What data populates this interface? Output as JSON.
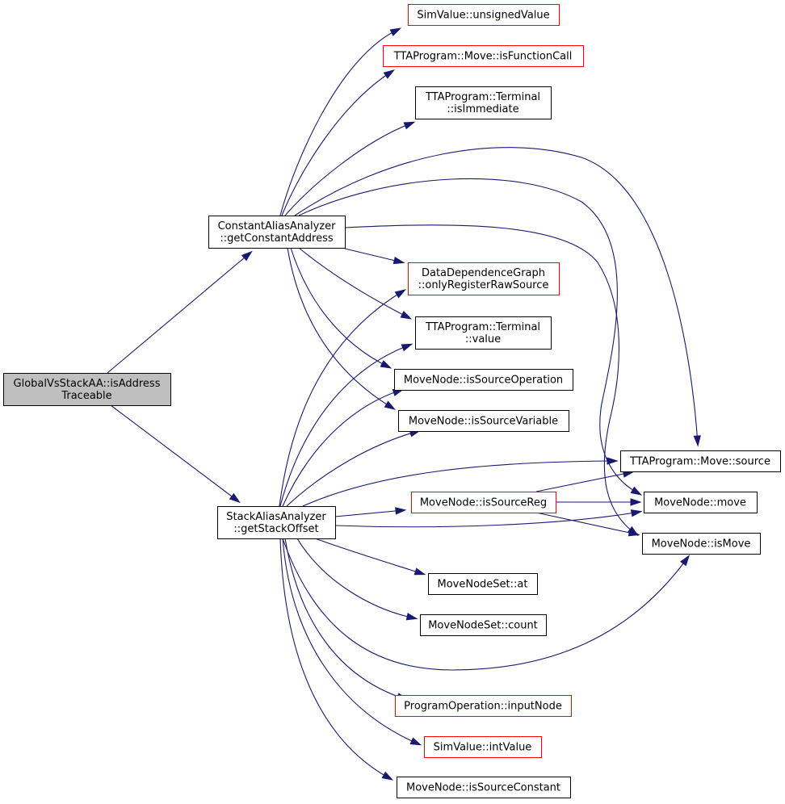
{
  "colors": {
    "edge": "#191970",
    "focus_fill": "#bfbfbf",
    "node_border_default": "#000000",
    "node_border_truncated": "#ff0000",
    "node_fill": "#ffffff"
  },
  "nodes": {
    "root": {
      "lines": [
        "GlobalVsStackAA::isAddress",
        "Traceable"
      ],
      "focus": true
    },
    "constant_alias": {
      "lines": [
        "ConstantAliasAnalyzer",
        "::getConstantAddress"
      ]
    },
    "stack_alias": {
      "lines": [
        "StackAliasAnalyzer",
        "::getStackOffset"
      ]
    },
    "sim_unsigned": {
      "lines": [
        "SimValue::unsignedValue"
      ],
      "red": true
    },
    "is_function_call": {
      "lines": [
        "TTAProgram::Move::isFunctionCall"
      ],
      "red": true
    },
    "terminal_is_immediate": {
      "lines": [
        "TTAProgram::Terminal",
        "::isImmediate"
      ]
    },
    "ddg_only_register": {
      "lines": [
        "DataDependenceGraph",
        "::onlyRegisterRawSource"
      ],
      "red": true
    },
    "terminal_value": {
      "lines": [
        "TTAProgram::Terminal",
        "::value"
      ]
    },
    "is_source_operation": {
      "lines": [
        "MoveNode::isSourceOperation"
      ]
    },
    "is_source_variable": {
      "lines": [
        "MoveNode::isSourceVariable"
      ]
    },
    "move_source": {
      "lines": [
        "TTAProgram::Move::source"
      ]
    },
    "is_source_reg": {
      "lines": [
        "MoveNode::isSourceReg"
      ],
      "red": true
    },
    "movenode_move": {
      "lines": [
        "MoveNode::move"
      ]
    },
    "movenode_is_move": {
      "lines": [
        "MoveNode::isMove"
      ]
    },
    "movenodeset_at": {
      "lines": [
        "MoveNodeSet::at"
      ]
    },
    "movenodeset_count": {
      "lines": [
        "MoveNodeSet::count"
      ]
    },
    "program_operation_input": {
      "lines": [
        "ProgramOperation::inputNode"
      ],
      "red": true
    },
    "sim_int_value": {
      "lines": [
        "SimValue::intValue"
      ],
      "red": true
    },
    "is_source_constant": {
      "lines": [
        "MoveNode::isSourceConstant"
      ]
    }
  },
  "edges": [
    [
      "root",
      "constant_alias"
    ],
    [
      "root",
      "stack_alias"
    ],
    [
      "constant_alias",
      "sim_unsigned"
    ],
    [
      "constant_alias",
      "is_function_call"
    ],
    [
      "constant_alias",
      "terminal_is_immediate"
    ],
    [
      "constant_alias",
      "move_source"
    ],
    [
      "constant_alias",
      "movenode_move"
    ],
    [
      "constant_alias",
      "movenode_is_move"
    ],
    [
      "constant_alias",
      "ddg_only_register"
    ],
    [
      "constant_alias",
      "terminal_value"
    ],
    [
      "constant_alias",
      "is_source_operation"
    ],
    [
      "constant_alias",
      "is_source_variable"
    ],
    [
      "stack_alias",
      "ddg_only_register"
    ],
    [
      "stack_alias",
      "terminal_value"
    ],
    [
      "stack_alias",
      "is_source_operation"
    ],
    [
      "stack_alias",
      "is_source_variable"
    ],
    [
      "stack_alias",
      "move_source"
    ],
    [
      "stack_alias",
      "is_source_reg"
    ],
    [
      "stack_alias",
      "movenode_move"
    ],
    [
      "stack_alias",
      "movenode_is_move"
    ],
    [
      "stack_alias",
      "movenodeset_at"
    ],
    [
      "stack_alias",
      "movenodeset_count"
    ],
    [
      "stack_alias",
      "program_operation_input"
    ],
    [
      "stack_alias",
      "sim_int_value"
    ],
    [
      "stack_alias",
      "is_source_constant"
    ],
    [
      "is_source_reg",
      "move_source"
    ],
    [
      "is_source_reg",
      "movenode_move"
    ],
    [
      "is_source_reg",
      "movenode_is_move"
    ]
  ]
}
